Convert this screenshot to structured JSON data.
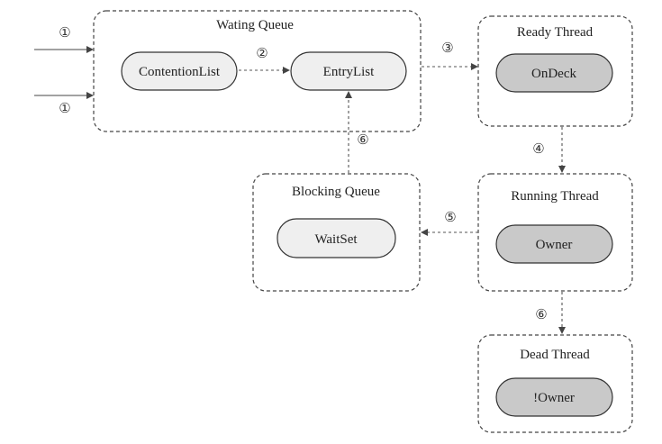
{
  "groups": {
    "waiting_queue": {
      "title": "Wating Queue"
    },
    "ready_thread": {
      "title": "Ready Thread"
    },
    "blocking_queue": {
      "title": "Blocking Queue"
    },
    "running_thread": {
      "title": "Running Thread"
    },
    "dead_thread": {
      "title": "Dead Thread"
    }
  },
  "nodes": {
    "contention_list": "ContentionList",
    "entry_list": "EntryList",
    "on_deck": "OnDeck",
    "wait_set": "WaitSet",
    "owner": "Owner",
    "not_owner": "!Owner"
  },
  "steps": {
    "entry_top": "①",
    "entry_bottom": "①",
    "contention_to_entry": "②",
    "entry_to_ondeck": "③",
    "ondeck_to_owner": "④",
    "owner_to_waitset": "⑤",
    "waitset_to_entry": "⑥",
    "owner_to_dead": "⑥"
  },
  "colors": {
    "light_pill": "#efefef",
    "dark_pill": "#c9c9c9",
    "stroke": "#333333"
  }
}
